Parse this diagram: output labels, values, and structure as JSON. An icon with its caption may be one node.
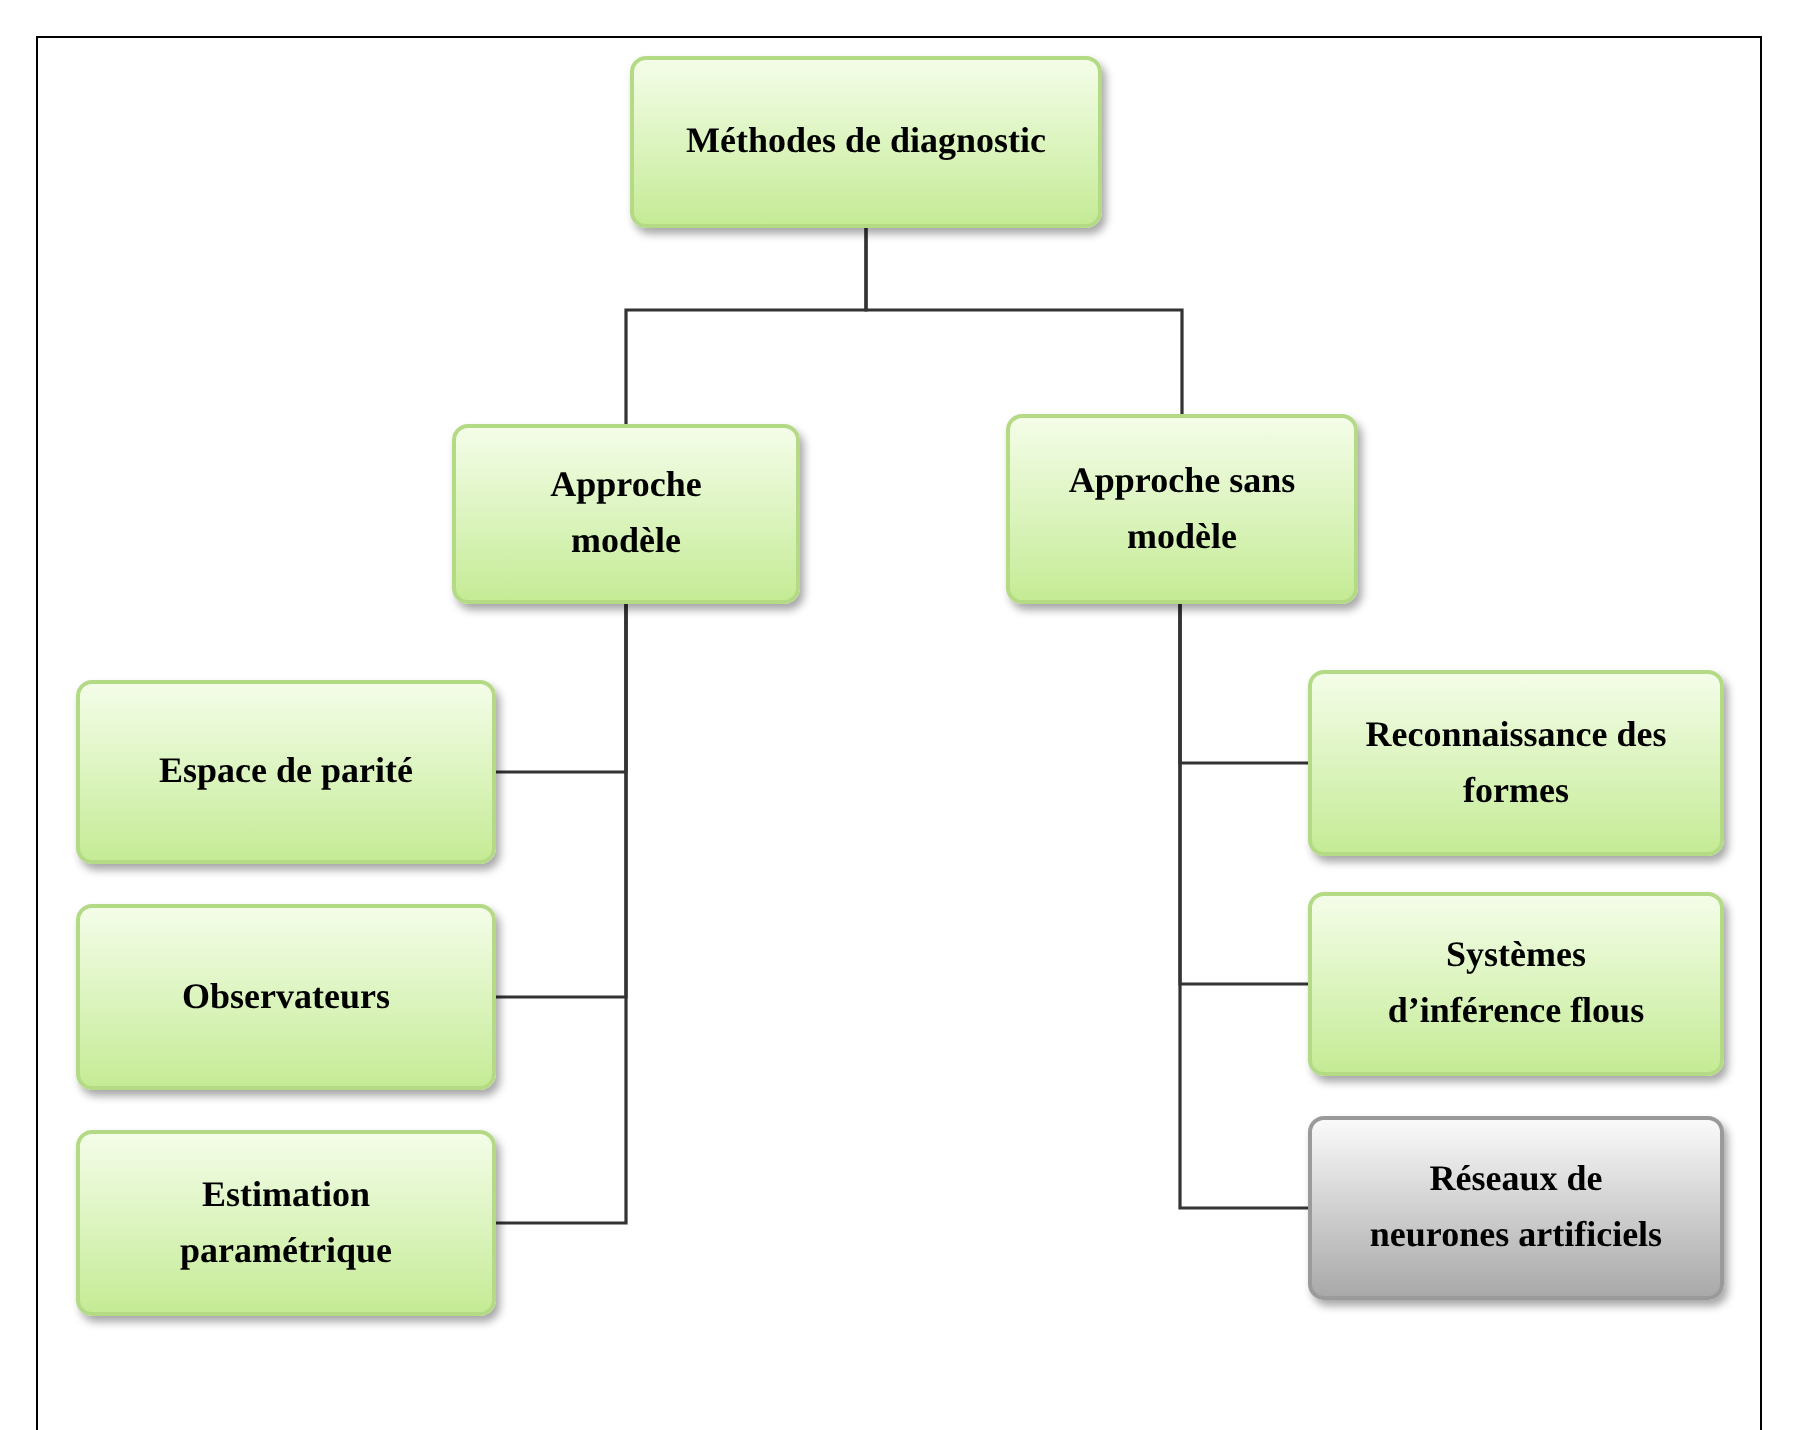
{
  "diagram": {
    "nodes": [
      {
        "text": [
          "Méthodes de diagnostic"
        ]
      },
      {
        "text": [
          "Approche modèle"
        ]
      },
      {
        "text": [
          "Approche sans modèle"
        ]
      },
      {
        "text": [
          "Espace de parité"
        ]
      },
      {
        "text": [
          "Observateurs"
        ]
      },
      {
        "text": [
          "Estimation paramétrique"
        ]
      },
      {
        "text": [
          "Reconnaissance des formes"
        ]
      },
      {
        "text": [
          "Systèmes d’inférence flous"
        ]
      },
      {
        "text": [
          "Réseaux de neurones artificiels"
        ]
      }
    ],
    "edges": [
      {
        "from": 0,
        "to": 1,
        "arrow": "none"
      },
      {
        "from": 0,
        "to": 2,
        "arrow": "none"
      },
      {
        "from": 1,
        "to": 3,
        "arrow": "none"
      },
      {
        "from": 1,
        "to": 4,
        "arrow": "none"
      },
      {
        "from": 1,
        "to": 5,
        "arrow": "none"
      },
      {
        "from": 2,
        "to": 6,
        "arrow": "none"
      },
      {
        "from": 2,
        "to": 7,
        "arrow": "none"
      },
      {
        "from": 2,
        "to": 8,
        "arrow": "none"
      }
    ]
  }
}
